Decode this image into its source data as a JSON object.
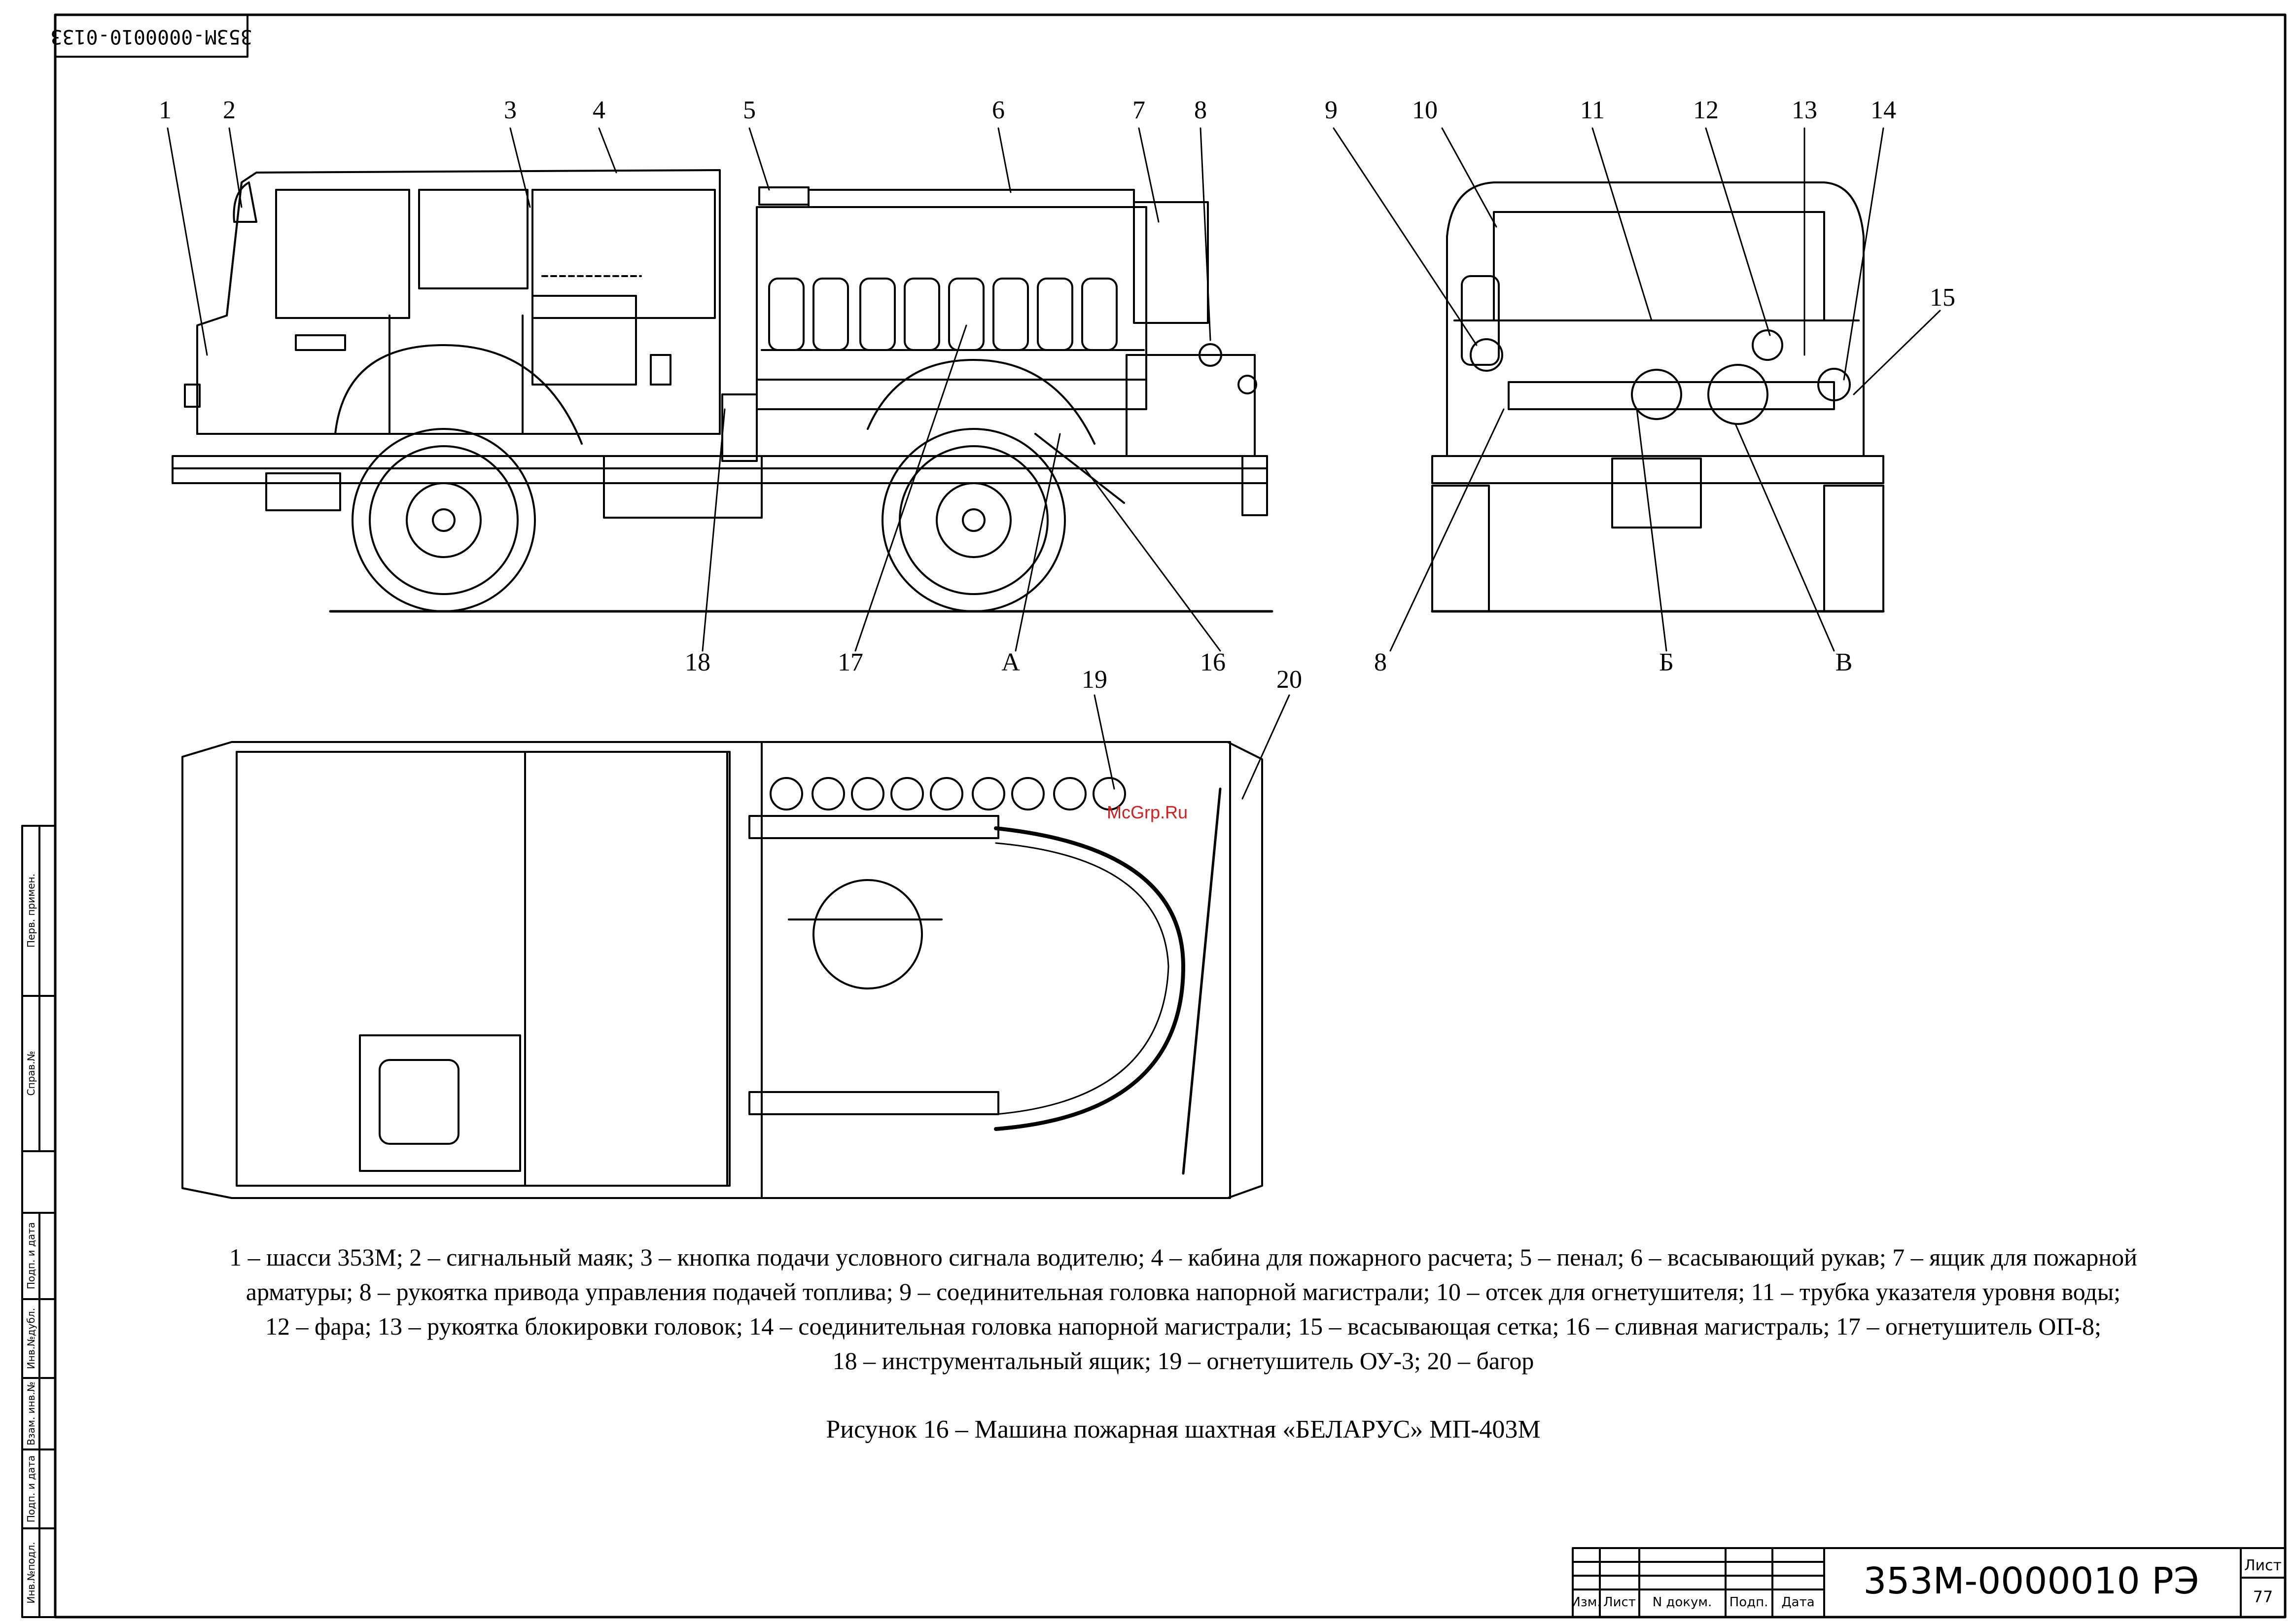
{
  "sheet": {
    "corner_code": "353М-0000010-0133",
    "watermark": "McGrp.Ru"
  },
  "side_view_callouts": [
    "1",
    "2",
    "3",
    "4",
    "5",
    "6",
    "7",
    "8",
    "18",
    "17",
    "А",
    "16"
  ],
  "rear_view_callouts": [
    "9",
    "10",
    "11",
    "12",
    "13",
    "14",
    "15",
    "8",
    "Б",
    "В"
  ],
  "top_view_callouts": [
    "19",
    "20"
  ],
  "legend": {
    "line1": "1 – шасси 353М; 2 – сигнальный маяк; 3 – кнопка подачи условного сигнала водителю; 4 – кабина для пожарного расчета; 5 – пенал; 6 – всасывающий рукав; 7 – ящик для пожарной",
    "line2": "арматуры; 8 – рукоятка привода управления подачей топлива; 9 – соединительная головка напорной магистрали; 10 – отсек для огнетушителя; 11 – трубка указателя уровня воды;",
    "line3": "12 – фара; 13 – рукоятка блокировки головок; 14 – соединительная головка напорной магистрали; 15 – всасывающая сетка; 16 – сливная магистраль; 17 – огнетушитель ОП-8;",
    "line4": "18 – инструментальный ящик; 19 – огнетушитель ОУ-3; 20 – багор"
  },
  "caption": "Рисунок 16 – Машина пожарная шахтная «БЕЛАРУС» МП-403М",
  "side_stamp": [
    "Перв. примен.",
    "Справ.№",
    "Подп. и дата",
    "Инв.№дубл.",
    "Взам. инв.№",
    "Подп. и дата",
    "Инв.№подл."
  ],
  "title_block": {
    "headers": [
      "Изм.",
      "Лист",
      "N докум.",
      "Подп.",
      "Дата"
    ],
    "doc_code": "353М-0000010 РЭ",
    "sheet_label": "Лист",
    "sheet_number": "77"
  }
}
